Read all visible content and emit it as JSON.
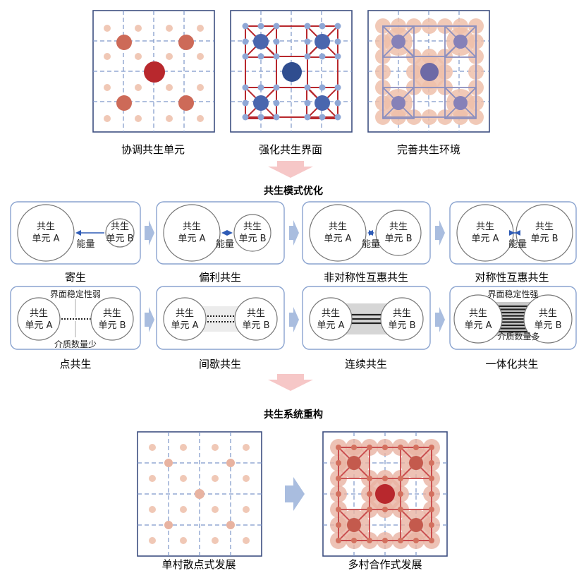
{
  "top_row": {
    "labels": [
      "协调共生单元",
      "强化共生界面",
      "完善共生环境"
    ]
  },
  "mode_section": {
    "title": "共生模式优化",
    "unit_a_line1": "共生",
    "unit_a_line2": "单元 A",
    "unit_b_line1": "共生",
    "unit_b_line2": "单元 B",
    "energy": "能量",
    "behavior_labels": [
      "寄生",
      "偏利共生",
      "非对称性互惠共生",
      "对称性互惠共生"
    ],
    "organization_labels": [
      "点共生",
      "间歇共生",
      "连续共生",
      "一体化共生"
    ],
    "interface_weak": "界面稳定性弱",
    "interface_strong": "界面稳定性强",
    "medium_few": "介质数量少",
    "medium_many": "介质数量多"
  },
  "system_section": {
    "title": "共生系统重构",
    "labels": [
      "单村散点式发展",
      "多村合作式发展"
    ]
  },
  "colors": {
    "grid_border": "#3d4f80",
    "grid_dash": "#7d96c9",
    "red_main": "#b8282d",
    "red_mid": "#cd6a58",
    "red_light": "#f0c8b6",
    "blue_main": "#2f4d8f",
    "blue_mid": "#4a66ae",
    "blue_light": "#8ea7d6",
    "panel_border": "#8aa3cf",
    "arrow_blue": "#a9bddf",
    "arrow_pink": "#f6c7c7"
  }
}
